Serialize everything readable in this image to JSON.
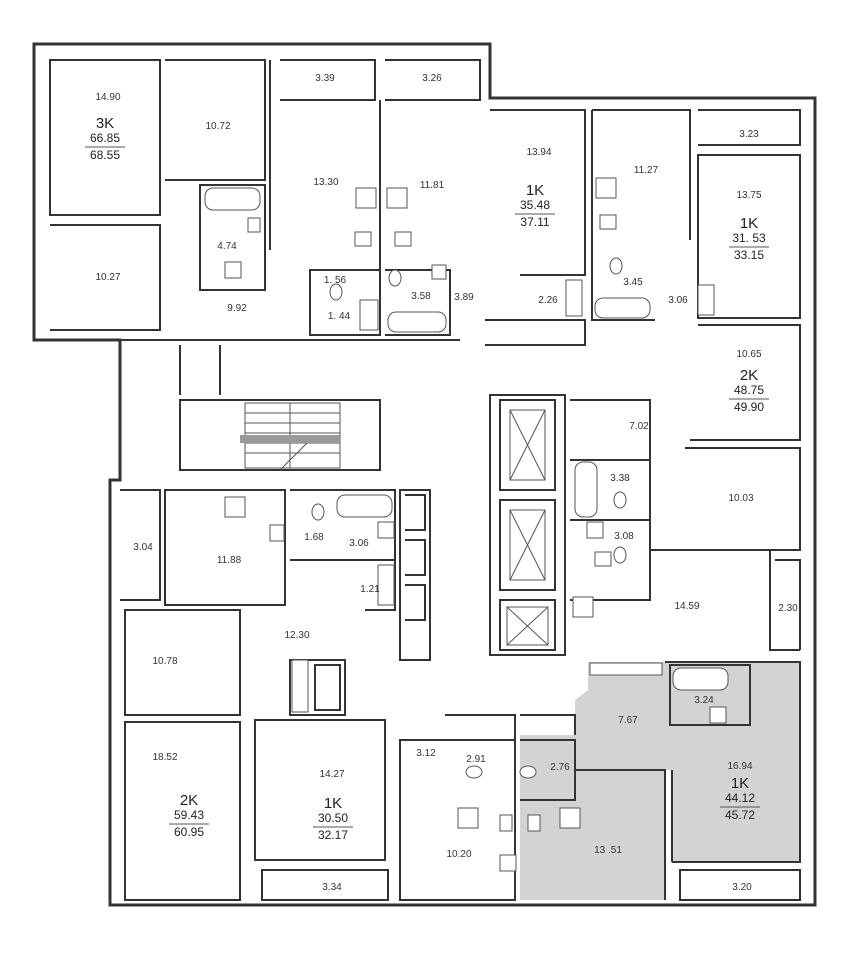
{
  "apartments": [
    {
      "id": "apt-3k",
      "type": "3K",
      "living": "66.85",
      "total": "68.55"
    },
    {
      "id": "apt-1k-a",
      "type": "1K",
      "living": "35.48",
      "total": "37.11"
    },
    {
      "id": "apt-1k-b",
      "type": "1K",
      "living": "31. 53",
      "total": "33.15"
    },
    {
      "id": "apt-2k-a",
      "type": "2K",
      "living": "48.75",
      "total": "49.90"
    },
    {
      "id": "apt-2k-b",
      "type": "2K",
      "living": "59.43",
      "total": "60.95"
    },
    {
      "id": "apt-1k-c",
      "type": "1K",
      "living": "30.50",
      "total": "32.17"
    },
    {
      "id": "apt-1k-d",
      "type": "1K",
      "living": "44.12",
      "total": "45.72"
    }
  ],
  "rooms": [
    "14.90",
    "10.72",
    "10.27",
    "4.74",
    "9.92",
    "3.39",
    "3.26",
    "13.30",
    "11.81",
    "1. 56",
    "1. 44",
    "3.58",
    "3.89",
    "13.94",
    "2.26",
    "11.27",
    "3.45",
    "3.06",
    "3.23",
    "13.75",
    "10.65",
    "7.02",
    "3.38",
    "3.08",
    "10.03",
    "14.59",
    "2.30",
    "3.04",
    "11.88",
    "1.68",
    "3.06",
    "1.21",
    "12.30",
    "10.78",
    "18.52",
    "14.27",
    "3.34",
    "3.12",
    "2.91",
    "2.76",
    "10.20",
    "7.67",
    "3.24",
    "16.94",
    "13 .51",
    "3.20"
  ],
  "colors": {
    "wall": "#333333",
    "highlight": "#d3d3d3",
    "text": "#333333"
  },
  "icons": [
    "stove-icon",
    "sink-icon",
    "toilet-icon",
    "bathtub-icon",
    "shower-icon",
    "washer-icon",
    "radiator-icon",
    "elevator-icon",
    "stairs-icon"
  ]
}
